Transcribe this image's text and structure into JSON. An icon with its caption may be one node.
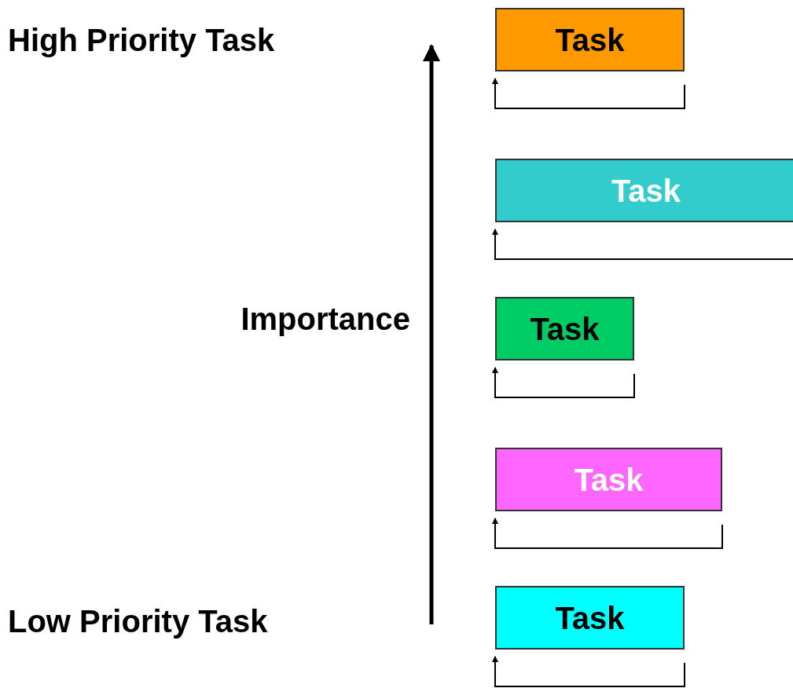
{
  "diagram": {
    "nodes": [
      {
        "text": [
          "Task"
        ]
      },
      {
        "text": [
          "Task"
        ]
      },
      {
        "text": [
          "Task"
        ]
      },
      {
        "text": [
          "Task"
        ]
      },
      {
        "text": [
          "Task"
        ]
      }
    ],
    "labels": [
      "High Priority Task",
      "Importance",
      "Low Priority Task"
    ]
  }
}
